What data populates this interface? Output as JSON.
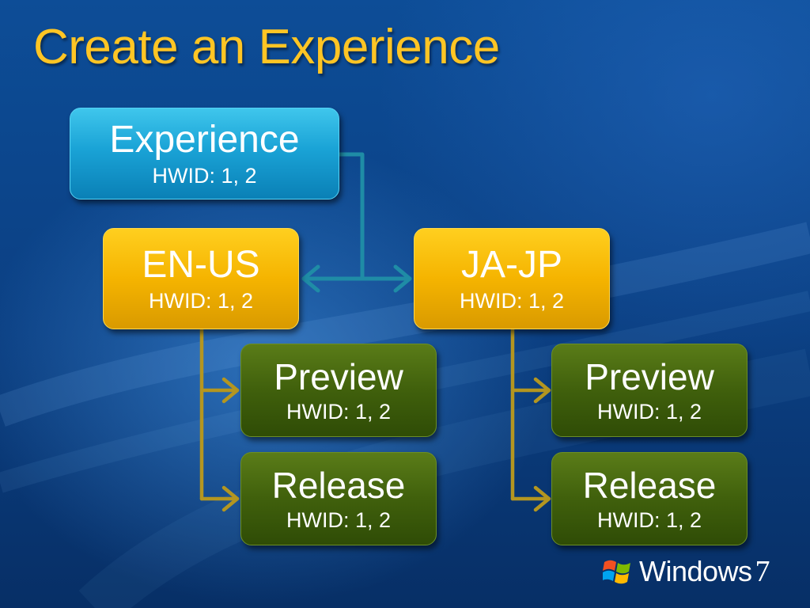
{
  "slide": {
    "title": "Create an Experience"
  },
  "nodes": {
    "experience": {
      "name": "Experience",
      "hwid": "HWID: 1, 2"
    },
    "en_us": {
      "name": "EN-US",
      "hwid": "HWID: 1, 2"
    },
    "ja_jp": {
      "name": "JA-JP",
      "hwid": "HWID: 1, 2"
    },
    "en_preview": {
      "name": "Preview",
      "hwid": "HWID: 1, 2"
    },
    "en_release": {
      "name": "Release",
      "hwid": "HWID: 1, 2"
    },
    "ja_preview": {
      "name": "Preview",
      "hwid": "HWID: 1, 2"
    },
    "ja_release": {
      "name": "Release",
      "hwid": "HWID: 1, 2"
    }
  },
  "branding": {
    "logo_text": "Windows",
    "logo_version": "7",
    "logo_icon": "windows-flag-icon"
  },
  "colors": {
    "title": "#ffc524",
    "experience_node": "#1aa3d6",
    "locale_node": "#f5b400",
    "channel_node": "#40600c",
    "teal_connector": "#1f8ca6",
    "gold_connector": "#b49620"
  }
}
